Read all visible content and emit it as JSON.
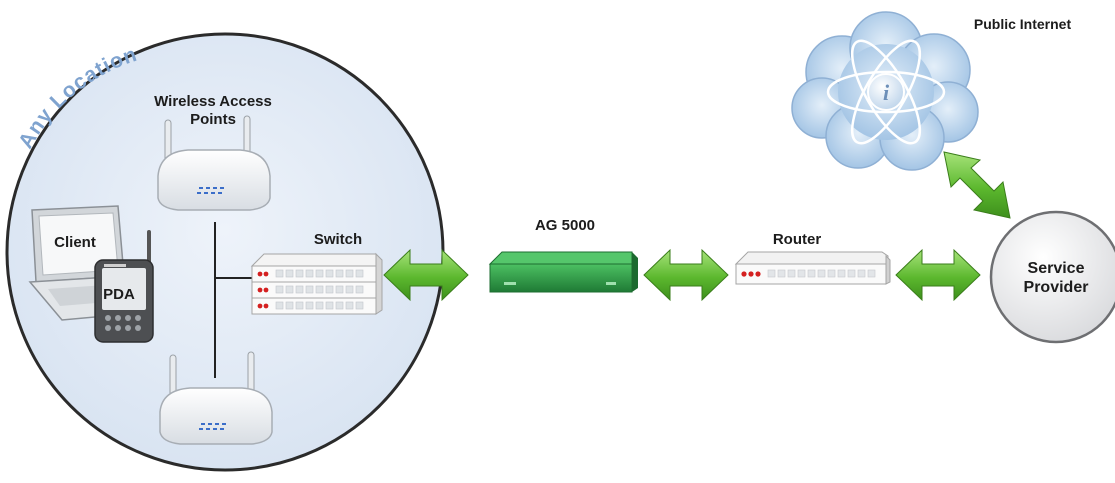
{
  "zone": {
    "label": "Any Location"
  },
  "labels": {
    "wireless_access_points": "Wireless Access Points",
    "client": "Client",
    "pda": "PDA",
    "switch": "Switch",
    "gateway": "AG 5000",
    "router": "Router",
    "service_provider": "Service Provider",
    "public_internet": "Public Internet"
  },
  "icons": {
    "cloud": "cloud-icon",
    "info": "info-icon",
    "access_point": "wireless-access-point-icon",
    "laptop": "laptop-icon",
    "pda": "pda-icon",
    "switch": "switch-icon",
    "gateway": "gateway-appliance-icon",
    "router": "router-icon",
    "arrow": "double-arrow-icon"
  },
  "colors": {
    "zone_fill": "#dde7f4",
    "zone_label": "#7fa3cf",
    "arrow_green": "#5cb82e",
    "gateway_green": "#2d9c45",
    "cloud_blue": "#b9d3ec",
    "led_red": "#d42020"
  }
}
